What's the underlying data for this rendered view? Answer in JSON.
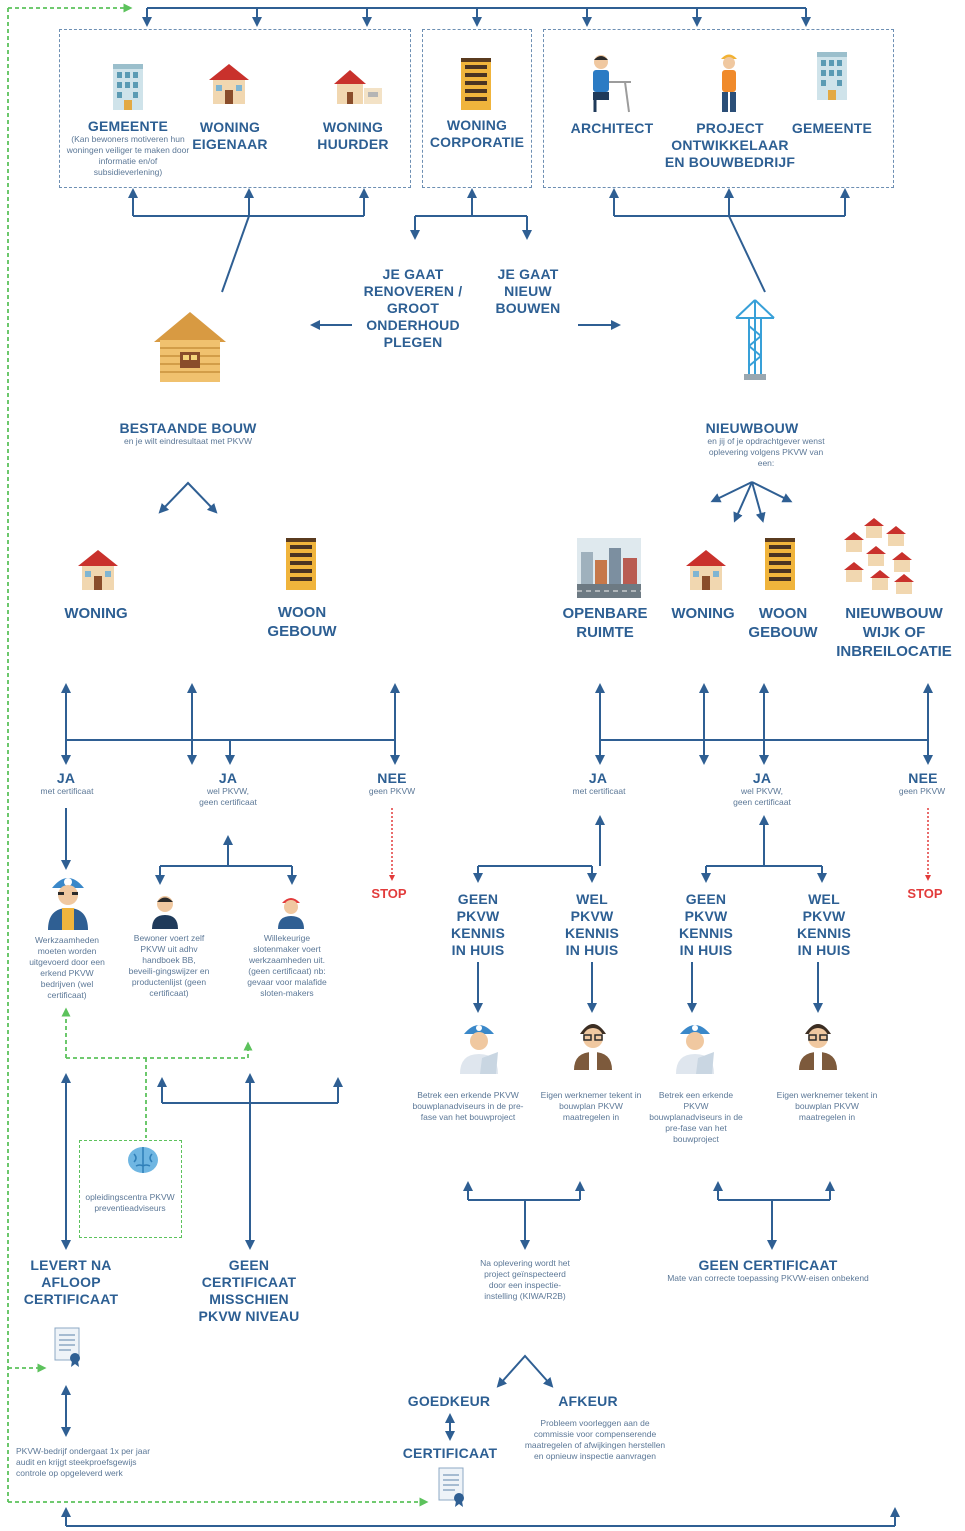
{
  "top": {
    "gemeente_1": "GEMEENTE",
    "gemeente_1_note": "(Kan bewoners motiveren hun woningen veiliger te maken door informatie en/of subsidieverlening)",
    "woning_eigenaar": "WONING\nEIGENAAR",
    "woning_huurder": "WONING\nHUURDER",
    "woning_corporatie": "WONING\nCORPORATIE",
    "architect": "ARCHITECT",
    "project_ontwikkelaar": "PROJECT\nONTWIKKELAAR\nEN BOUWBEDRIJF",
    "gemeente_2": "GEMEENTE"
  },
  "middle": {
    "renoveren": "JE GAAT\nRENOVEREN /\nGROOT\nONDERHOUD\nPLEGEN",
    "nieuw_bouwen": "JE GAAT\nNIEUW\nBOUWEN"
  },
  "left": {
    "bestaande_bouw": "BESTAANDE BOUW",
    "bestaande_bouw_note": "en je wilt eindresultaat met PKVW",
    "woning": "WONING",
    "woon_gebouw": "WOON\nGEBOUW",
    "ja_1": "JA",
    "ja_1_note": "met certificaat",
    "ja_2": "JA",
    "ja_2_note": "wel PKVW,\ngeen certificaat",
    "nee": "NEE",
    "nee_note": "geen PKVW",
    "stop": "STOP",
    "werkzaamheden": "Werkzaamheden moeten worden uitgevoerd door een erkend PKVW bedrijven (wel certificaat)",
    "bewoner": "Bewoner voert zelf PKVW uit adhv handboek BB, beveili-gingswijzer en productenlijst (geen certificaat)",
    "slotenmaker": "Willekeurige slotenmaker voert werkzaamheden uit. (geen certificaat) nb: gevaar voor malafide sloten-makers",
    "opleidingscentra": "opleidingscentra PKVW preventieadviseurs",
    "levert_na_afloop": "LEVERT NA\nAFLOOP\nCERTIFICAAT",
    "geen_certificaat": "GEEN\nCERTIFICAAT\nMISSCHIEN\nPKVW NIVEAU",
    "audit": "PKVW-bedrijf ondergaat 1x per jaar audit en krijgt steekproefsgewijs controle op opgeleverd werk"
  },
  "right": {
    "nieuwbouw": "NIEUWBOUW",
    "nieuwbouw_note": "en jij of je opdrachtgever wenst oplevering volgens PKVW van een:",
    "openbare_ruimte": "OPENBARE\nRUIMTE",
    "woning": "WONING",
    "woon_gebouw": "WOON\nGEBOUW",
    "nieuwbouw_wijk": "NIEUWBOUW\nWIJK OF\nINBREILOCATIE",
    "ja_1": "JA",
    "ja_1_note": "met certificaat",
    "ja_2": "JA",
    "ja_2_note": "wel PKVW,\ngeen certificaat",
    "nee": "NEE",
    "nee_note": "geen PKVW",
    "stop": "STOP",
    "geen_kennis_1": "GEEN\nPKVW\nKENNIS\nIN HUIS",
    "wel_kennis_1": "WEL\nPKVW\nKENNIS\nIN HUIS",
    "geen_kennis_2": "GEEN\nPKVW\nKENNIS\nIN HUIS",
    "wel_kennis_2": "WEL\nPKVW\nKENNIS\nIN HUIS",
    "betrek_1": "Betrek een erkende PKVW bouwplanadviseurs in de pre-fase van het bouwproject",
    "eigen_1": "Eigen werknemer tekent in bouwplan PKVW maatregelen in",
    "betrek_2": "Betrek een erkende PKVW bouwplanadviseurs in de pre-fase van het bouwproject",
    "eigen_2": "Eigen werknemer tekent in bouwplan PKVW maatregelen in",
    "na_oplevering": "Na oplevering wordt het project geïnspecteerd door een inspectie-instelling (KIWA/R2B)",
    "geen_certificaat": "GEEN CERTIFICAAT",
    "geen_certificaat_note": "Mate van correcte toepassing PKVW-eisen onbekend",
    "goedkeur": "GOEDKEUR",
    "afkeur": "AFKEUR",
    "afkeur_note": "Probleem voorleggen aan de commissie voor compenserende maatregelen of afwijkingen herstellen en opnieuw inspectie aanvragen",
    "certificaat": "CERTIFICAAT"
  },
  "colors": {
    "line": "#2f5f93",
    "text": "#2d5f93",
    "stop": "#e23b3b",
    "green_dash": "#5cc25c",
    "box_dash": "#6d8fb3"
  },
  "icons": [
    "office-building-icon",
    "house-icon",
    "townhouse-icon",
    "apartment-tower-icon",
    "architect-person-icon",
    "engineer-person-icon",
    "log-cabin-icon",
    "crane-icon",
    "city-street-icon",
    "neighborhood-icon",
    "technician-person-icon",
    "resident-person-icon",
    "locksmith-person-icon",
    "brain-icon",
    "certificate-document-icon",
    "advisor-person-icon",
    "employee-person-icon"
  ]
}
